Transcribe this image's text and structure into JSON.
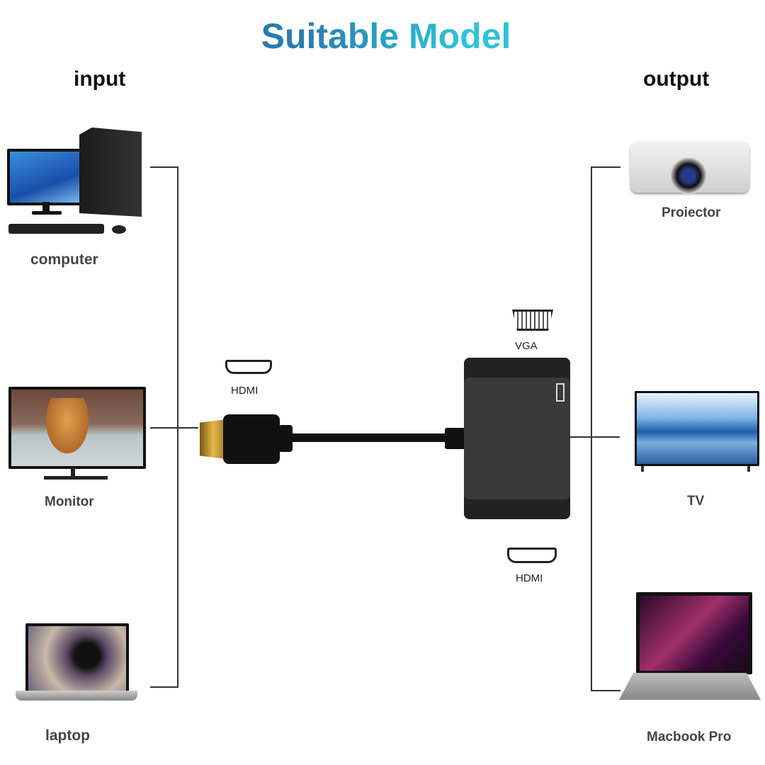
{
  "title": "Suitable Model",
  "input": {
    "heading": "input",
    "devices": [
      {
        "label": "computer"
      },
      {
        "label": "Monitor"
      },
      {
        "label": "laptop"
      }
    ]
  },
  "output": {
    "heading": "output",
    "devices": [
      {
        "label": "Proiector"
      },
      {
        "label": "TV"
      },
      {
        "label": "Macbook Pro"
      }
    ]
  },
  "adapter": {
    "input_port": "HDMI",
    "output_ports": [
      {
        "label": "VGA"
      },
      {
        "label": "HDMI"
      }
    ]
  },
  "colors": {
    "title_start": "#1d5c8c",
    "title_end": "#2fc4d9",
    "adapter": "#3a3a3a"
  }
}
